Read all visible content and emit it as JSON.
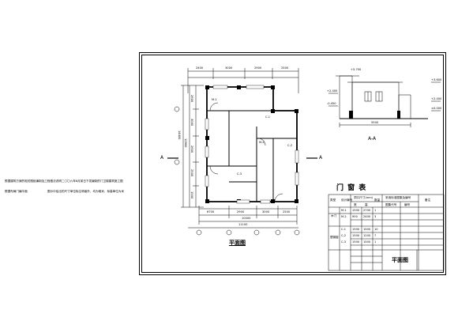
{
  "notes": {
    "line1": "根据建筑方案的相关图纸编制及工程做法说明二〇〇六年6月某日下发编制的门卫楼建筑施工图",
    "line2a": "根据布局门编平面",
    "line2b": "图示中给出的尺寸单位除注明者外，均为毫米，标高单位为米"
  },
  "plan": {
    "title": "平面图",
    "section_mark": "A",
    "dim_top": [
      "2400",
      "3000",
      "2900",
      "2500"
    ],
    "dim_bottom": [
      "6700",
      "2900",
      "3000",
      "2500"
    ],
    "dim_total": "10000",
    "dim_overall": "11100",
    "dim_left": [
      "2600",
      "3000",
      "2600",
      "2500",
      "1500"
    ],
    "dim_left_total": "12800",
    "dim_left_overall": "14400",
    "door_labels": [
      "M-1",
      "M-2",
      "C-1",
      "C-2",
      "C-3"
    ]
  },
  "section": {
    "title": "A-A",
    "elev_top": "+5.700",
    "elev_mid1": "+3.600",
    "elev_mid2": "+2.400",
    "elev_left": "+2.400",
    "elev_ground": "±0.000",
    "elev_low": "-0.450",
    "dim": "5500"
  },
  "schedule": {
    "title": "门 窗 表",
    "headers": [
      "类型",
      "设计编号",
      "洞口尺寸(mm)",
      "数量",
      "采用标准图集及编号",
      "备注"
    ],
    "sub_headers": [
      "宽",
      "高",
      "图集代号",
      "编号"
    ],
    "group_door": "木门",
    "group_window": "塑钢窗",
    "rows": [
      {
        "code": "M-1",
        "w": "1500",
        "h": "2700",
        "n": "1"
      },
      {
        "code": "M-2",
        "w": "900",
        "h": "2400",
        "n": "3"
      },
      {
        "code": "C-1",
        "w": "1500",
        "h": "1500",
        "n": "10"
      },
      {
        "code": "C-2",
        "w": "1500",
        "h": "1200",
        "n": "7"
      },
      {
        "code": "C-3",
        "w": "1500",
        "h": "1500",
        "n": "1"
      }
    ]
  },
  "titleblock": {
    "drawing_name": "平面图"
  },
  "colors": {
    "ink": "#000000",
    "paper": "#ffffff"
  }
}
